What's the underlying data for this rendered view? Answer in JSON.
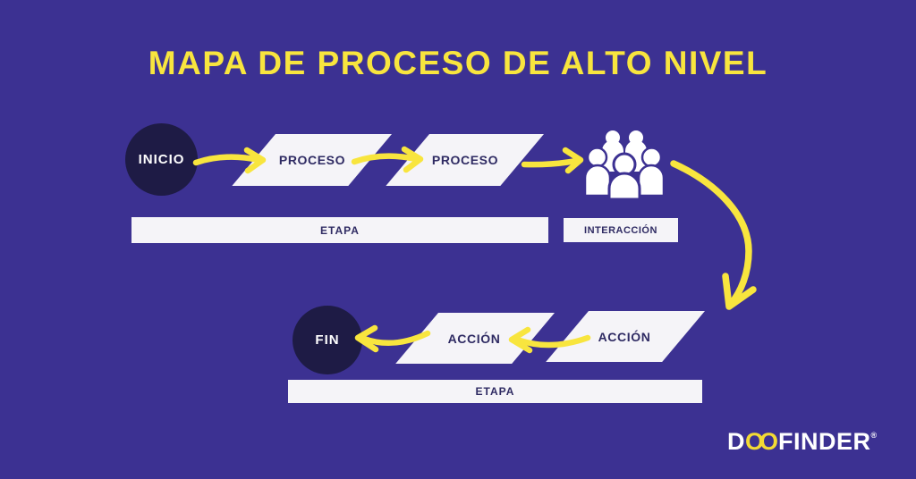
{
  "title": "MAPA DE PROCESO DE ALTO NIVEL",
  "colors": {
    "background": "#3c3192",
    "accent_yellow": "#f8e53e",
    "node_dark_navy": "#1e1b45",
    "shape_white": "#f5f4f8",
    "shape_text": "#2f2b63",
    "logo_yellow": "#f3da34"
  },
  "flow": {
    "start": {
      "label": "INICIO"
    },
    "processes": [
      {
        "label": "PROCESO"
      },
      {
        "label": "PROCESO"
      }
    ],
    "interaction_icon": "people-group-icon",
    "stage1": {
      "label": "ETAPA"
    },
    "interaction": {
      "label": "INTERACCIÓN"
    },
    "actions": [
      {
        "label": "ACCIÓN"
      },
      {
        "label": "ACCIÓN"
      }
    ],
    "stage2": {
      "label": "ETAPA"
    },
    "end": {
      "label": "FIN"
    }
  },
  "branding": {
    "logo_prefix": "D",
    "logo_infinity": "OO",
    "logo_suffix": "FINDER",
    "registered": "®"
  }
}
